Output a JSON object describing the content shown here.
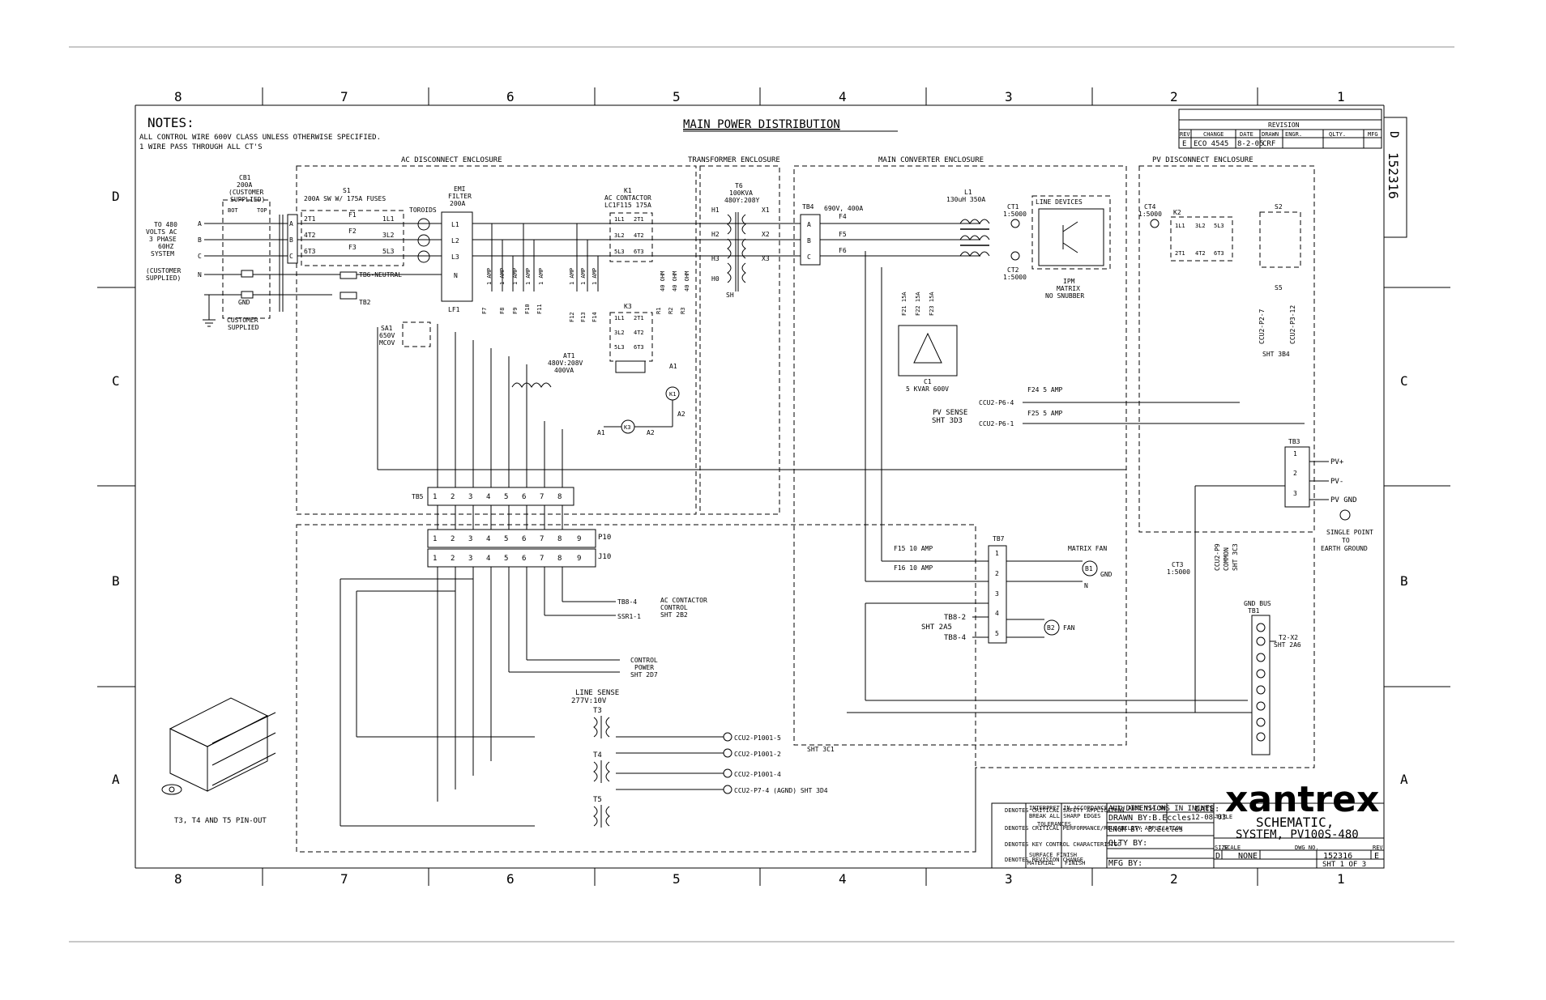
{
  "zones_top": [
    "8",
    "7",
    "6",
    "5",
    "4",
    "3",
    "2",
    "1"
  ],
  "zones_side": [
    "D",
    "C",
    "B",
    "A"
  ],
  "notes": {
    "heading": "NOTES:",
    "line1": "ALL CONTROL WIRE 600V CLASS UNLESS OTHERWISE SPECIFIED.",
    "line2": "1 WIRE PASS THROUGH ALL CT'S"
  },
  "title_main": "MAIN POWER DISTRIBUTION",
  "enclosures": {
    "ac": "AC DISCONNECT ENCLOSURE",
    "transformer": "TRANSFORMER ENCLOSURE",
    "converter": "MAIN CONVERTER ENCLOSURE",
    "pv": "PV DISCONNECT ENCLOSURE"
  },
  "cb1": [
    "CB1",
    "200A",
    "(CUSTOMER",
    "SUPPLIED)"
  ],
  "cb1_bot": "BOT",
  "cb1_top": "TOP",
  "source": [
    "TO 480",
    "VOLTS AC",
    "3 PHASE",
    "60HZ",
    "SYSTEM"
  ],
  "customer_supplied": [
    "(CUSTOMER",
    "SUPPLIED)"
  ],
  "customer_supplied_gnd": [
    "CUSTOMER",
    "SUPPLIED"
  ],
  "phase_labels": [
    "A",
    "B",
    "C",
    "N"
  ],
  "gnd": "GND",
  "s1": [
    "S1",
    "200A SW W/ 175A FUSES"
  ],
  "fuse_labels": [
    "F1",
    "F2",
    "F3"
  ],
  "s1_terminals_in": [
    "2T1",
    "4T2",
    "6T3"
  ],
  "s1_terminals_out": [
    "1L1",
    "3L2",
    "5L3"
  ],
  "toroids": "TOROIDS",
  "emi": [
    "EMI",
    "FILTER",
    "200A"
  ],
  "emi_terms": [
    "L1",
    "L2",
    "L3",
    "N"
  ],
  "lf1": "LF1",
  "tb6": "TB6-NEUTRAL",
  "tb2": "TB2",
  "sa1": [
    "SA1",
    "650V",
    "MCOV"
  ],
  "k1": [
    "K1",
    "AC CONTACTOR",
    "LC1F115 175A"
  ],
  "k1_terms": [
    "1L1",
    "2T1",
    "3L2",
    "4T2",
    "5L3",
    "6T3"
  ],
  "k3": "K3",
  "at1": [
    "AT1",
    "480V:208V",
    "400VA"
  ],
  "fuses_1amp": [
    "F7",
    "F8",
    "F9",
    "F10",
    "F11",
    "F12",
    "F13",
    "F14"
  ],
  "fuse_rating": "1 AMP",
  "resistors": [
    "R1",
    "R2",
    "R3"
  ],
  "ohm": "40 OHM",
  "coil_labels": [
    "A1",
    "A2"
  ],
  "k1_coil": "K1",
  "k3_coil": "K3",
  "t6": [
    "T6",
    "100KVA",
    "480Y:208Y"
  ],
  "t6_terms": [
    "H1",
    "H2",
    "H3",
    "H0",
    "X1",
    "X2",
    "X3",
    "SH"
  ],
  "tb4": "TB4",
  "tb4_terms": [
    "A",
    "B",
    "C"
  ],
  "f4_rating": "690V, 400A",
  "f4_f6": [
    "F4",
    "F5",
    "F6"
  ],
  "l1": [
    "L1",
    "130uH 350A"
  ],
  "ct1": [
    "CT1",
    "1:5000"
  ],
  "ct2": [
    "CT2",
    "1:5000"
  ],
  "line_devices": "LINE DEVICES",
  "ipm": [
    "IPM",
    "MATRIX",
    "NO SNUBBER"
  ],
  "f21_23": [
    "F21 15A",
    "F22 15A",
    "F23 15A"
  ],
  "c1": [
    "C1",
    "5 KVAR 600V"
  ],
  "pv_sense": [
    "PV SENSE",
    "SHT 3D3"
  ],
  "f24": "F24 5 AMP",
  "f25": "F25 5 AMP",
  "ccu_p6_4": "CCU2-P6-4",
  "ccu_p6_1": "CCU2-P6-1",
  "ct4": [
    "CT4",
    "1:5000"
  ],
  "k2": "K2",
  "k2_terms": [
    "1L1",
    "3L2",
    "5L3",
    "2T1",
    "4T2",
    "6T3"
  ],
  "s2": "S2",
  "s5": "S5",
  "ccu_p2": [
    "CCU2-P2-7",
    "CCU2-P3-12"
  ],
  "sht_3b4": "SHT 3B4",
  "tb3": "TB3",
  "pv_terms": [
    "PV+",
    "PV-",
    "PV GND"
  ],
  "single_point": [
    "SINGLE POINT",
    "TO",
    "EARTH GROUND"
  ],
  "tb5": "TB5",
  "p10": "P10",
  "j10": "J10",
  "pins": [
    "1",
    "2",
    "3",
    "4",
    "5",
    "6",
    "7",
    "8",
    "9"
  ],
  "tb8_4": "TB8-4",
  "ssr1_1": "SSR1-1",
  "ac_control": [
    "AC CONTACTOR",
    "CONTROL",
    "SHT 2B2"
  ],
  "control_power": [
    "CONTROL",
    "POWER",
    "SHT 2D7"
  ],
  "line_sense": [
    "LINE SENSE",
    "277V:10V"
  ],
  "transformers": [
    "T3",
    "T4",
    "T5"
  ],
  "ccu_p1001": [
    "CCU2-P1001-5",
    "CCU2-P1001-2",
    "CCU2-P1001-4",
    "CCU2-P7-4 (AGND) SHT 3D4"
  ],
  "sht_3c1": "SHT 3C1",
  "pinout_caption": "T3, T4 AND T5 PIN-OUT",
  "f15": "F15 10 AMP",
  "f16": "F16 10 AMP",
  "tb7": "TB7",
  "matrix_fan": "MATRIX FAN",
  "b1": "B1",
  "b2": "B2",
  "fan": "FAN",
  "gnd_short": "GND",
  "n_short": "N",
  "tb8_2": "TB8-2",
  "sht_2a5": "SHT 2A5",
  "ct3": [
    "CT3",
    "1:5000"
  ],
  "ccu_p9": [
    "CCU2-P9",
    "COMMON",
    "SHT 3C3"
  ],
  "gnd_bus": [
    "GND BUS",
    "TB1"
  ],
  "t2_x2": [
    "T2-X2",
    "SHT 2A6"
  ],
  "revision": {
    "header": "REVISION",
    "cols": [
      "REV",
      "CHANGE",
      "DATE",
      "DRAWN",
      "ENGR.",
      "QLTY.",
      "MFG"
    ],
    "rev": "E",
    "change": "ECO 4545",
    "date": "8-2-05",
    "drawn": "CRF"
  },
  "drawing_size": "D",
  "drawing_number": "152316",
  "title_block": {
    "dims": "ALL DIMENSIONS IN INCHES",
    "date_label": "DATE:",
    "date": "12-08-03",
    "drawn": "DRAWN BY:B.Eccles",
    "engr": "ENGR BY: B.Eccles",
    "qlty": "QLTY BY:",
    "mfg": "MFG BY:",
    "brand": "xantrex",
    "title_label": "TITLE",
    "title1": "SCHEMATIC,",
    "title2": "SYSTEM, PV100S-480",
    "size_label": "SIZE",
    "scale_label": "SCALE",
    "dwg_label": "DWG NO.",
    "rev_label": "REV",
    "size": "D",
    "scale": "NONE",
    "dwg": "152316",
    "rev": "E",
    "sheet": "SHT 1 OF 3",
    "legend": [
      "DENOTES CRITICAL SAFETY APPLICATION",
      "DENOTES CRITICAL PERFORMANCE/RELIABILITY APPLICATION",
      "DENOTES KEY CONTROL CHARACTERISTIC",
      "DENOTES REVISION CHANGE"
    ],
    "tolerances": [
      "INTERPRET IN ACCORDANCE WITH ANSI Y14.5M",
      "BREAK ALL SHARP EDGES",
      "TOLERANCES",
      "SURFACE FINISH",
      "MATERIAL",
      "FINISH"
    ]
  }
}
